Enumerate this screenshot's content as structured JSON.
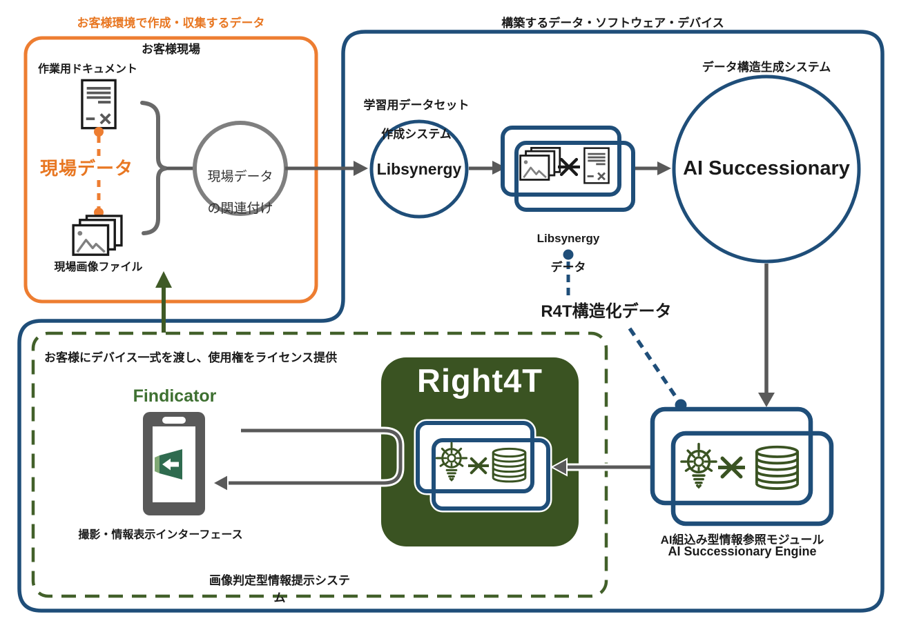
{
  "colors": {
    "orange": "#ED7D31",
    "navy": "#1F4E79",
    "gray_line": "#595959",
    "circle_gray": "#7F7F7F",
    "olive_green": "#3A5322",
    "line_green": "#42602A",
    "findicator_green": "#3E7031",
    "logo_green_dark": "#2F6B4F",
    "logo_green_light": "#7FA874",
    "text": "#1A1A1A"
  },
  "icons": {
    "work_document": "document-icon",
    "field_images": "photo-stack-icon",
    "libsynergy_dataset": "photo-stack-icon + link-asterisk-icon + document-icon",
    "engine": "bulb-gear-icon + link-asterisk-icon + database-icon",
    "device": "smartphone-icon",
    "device_logo": "findicator-logo-icon"
  },
  "header": {
    "customer_env_title": "お客様環境で作成・収集するデータ",
    "build_title": "構築するデータ・ソフトウェア・デバイス"
  },
  "customer_site": {
    "title": "お客様現場",
    "work_doc_label": "作業用ドキュメント",
    "field_data_label": "現場データ",
    "field_image_label": "現場画像ファイル",
    "relation_line1": "現場データ",
    "relation_line2": "の関連付け"
  },
  "training_system": {
    "label_line1": "学習用データセット",
    "label_line2": "作成システム",
    "circle_label": "Libsynergy"
  },
  "structure_system": {
    "label": "データ構造生成システム",
    "circle_label": "AI Successionary"
  },
  "libsynergy_data": {
    "label_line1": "Libsynergy",
    "label_line2": "データ"
  },
  "r4t": {
    "structured_data_label": "R4T構造化データ",
    "product_name": "Right4T"
  },
  "license_area": {
    "note": "お客様にデバイス一式を渡し、使用権をライセンス提供",
    "device_name": "Findicator",
    "interface_label": "撮影・情報表示インターフェース",
    "system_label": "画像判定型情報提示システム"
  },
  "engine_module": {
    "label_line1": "AI組込み型情報参照モジュール",
    "label_line2": "AI Successionary Engine"
  }
}
